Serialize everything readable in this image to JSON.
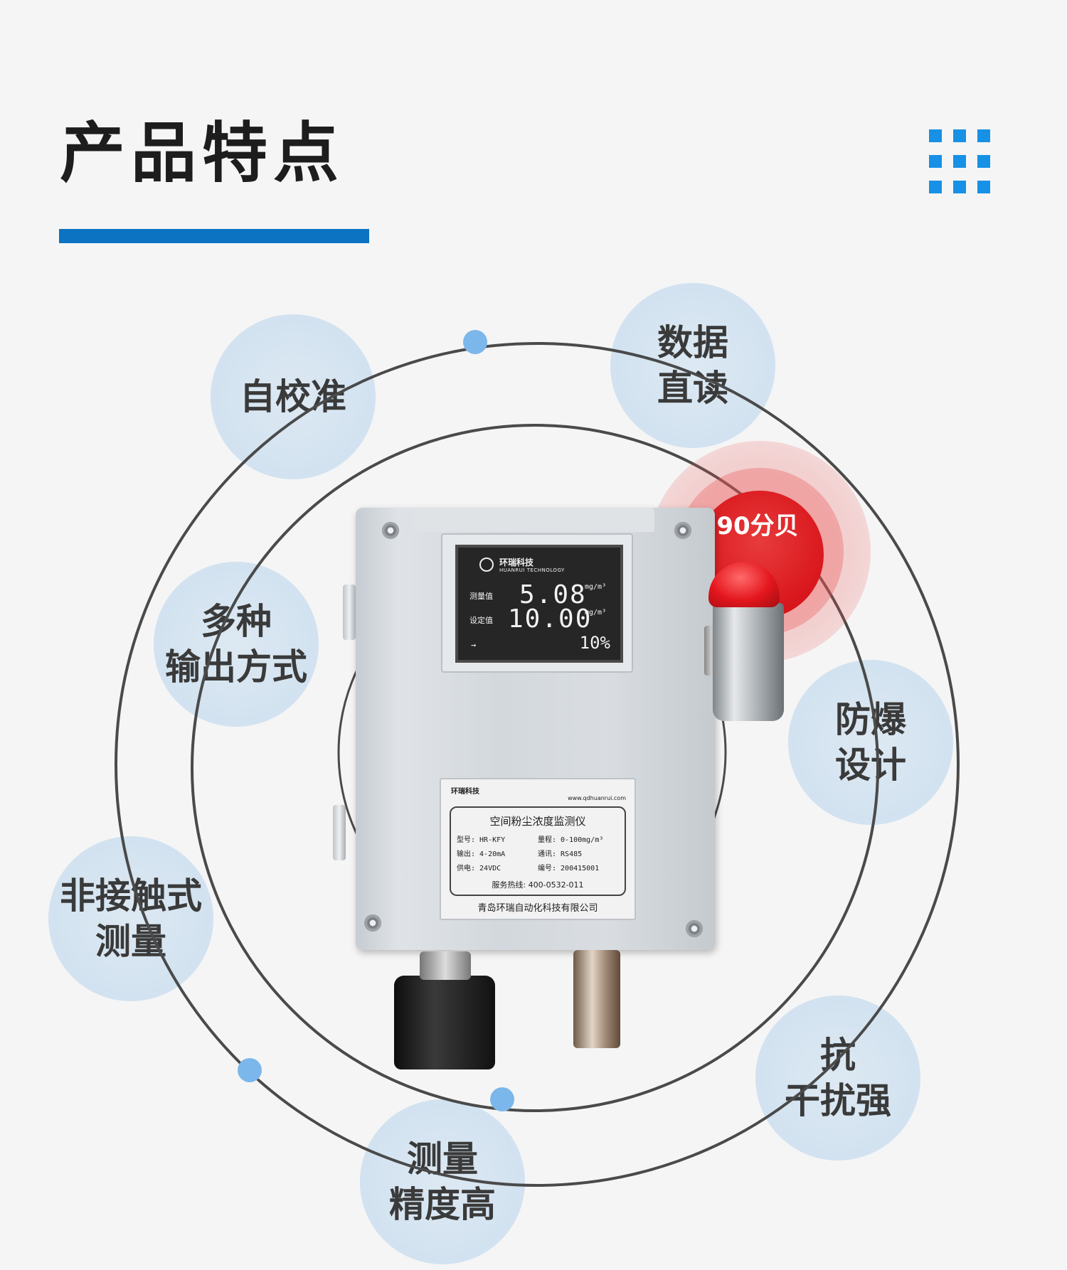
{
  "header": {
    "title": "产品特点",
    "accent_color": "#0c73c2",
    "icon": "grid-dots-icon"
  },
  "features": {
    "self_calibration": "自校准",
    "direct_reading": "数据\n直读",
    "multi_output": "多种\n输出方式",
    "explosion_proof": "防爆\n设计",
    "non_contact": "非接触式\n测量",
    "anti_interference": "抗\n干扰强",
    "high_precision": "测量\n精度高"
  },
  "alarm": {
    "label": "90分贝",
    "color": "#e3161d"
  },
  "device": {
    "lcd": {
      "brand": "环瑞科技",
      "brand_en": "HUANRUI TECHNOLOGY",
      "measured_label": "测量值",
      "measured_value": "5.08",
      "setpoint_label": "设定值",
      "setpoint_value": "10.00",
      "unit": "mg/m³",
      "percent": "10%",
      "arrow": "→"
    },
    "nameplate": {
      "brand": "环瑞科技",
      "website": "www.qdhuanrui.com",
      "title": "空间粉尘浓度监测仪",
      "model": "型号: HR-KFY",
      "range": "量程: 0-100mg/m³",
      "output": "输出: 4-20mA",
      "comm": "通讯: RS485",
      "power": "供电: 24VDC",
      "serial": "编号: 200415001",
      "hotline": "服务热线: 400-0532-011",
      "company": "青岛环瑞自动化科技有限公司"
    }
  }
}
